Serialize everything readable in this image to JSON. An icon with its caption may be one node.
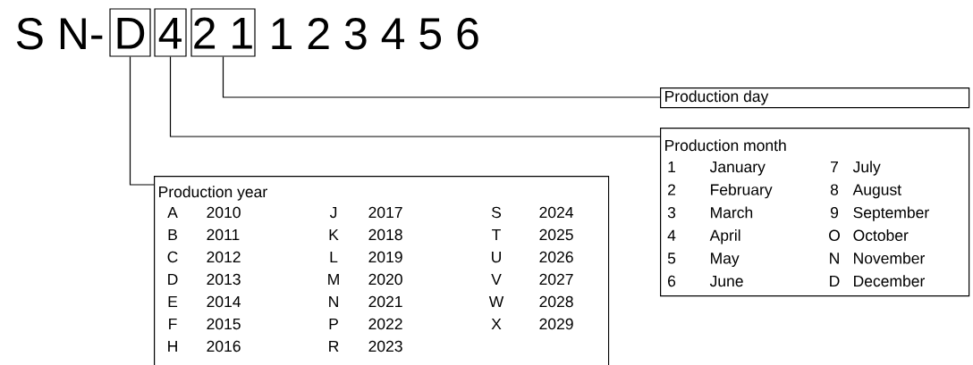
{
  "diagram": {
    "nodes": [
      {
        "text": [
          "D"
        ]
      },
      {
        "text": [
          "4"
        ]
      },
      {
        "text": [
          "2 1"
        ]
      },
      {
        "text": [
          "Production day"
        ]
      },
      {
        "text": [
          "Production month",
          "1",
          "January",
          "7",
          "July",
          "2",
          "February",
          "8",
          "August",
          "3",
          "March",
          "9",
          "September",
          "4",
          "April",
          "O",
          "October",
          "5",
          "May",
          "N",
          "November",
          "6",
          "June",
          "D",
          "December"
        ]
      },
      {
        "text": [
          "Production year",
          "A",
          "2010",
          "J",
          "2017",
          "S",
          "2024",
          "B",
          "2011",
          "K",
          "2018",
          "T",
          "2025",
          "C",
          "2012",
          "L",
          "2019",
          "U",
          "2026",
          "D",
          "2013",
          "M",
          "2020",
          "V",
          "2027",
          "E",
          "2014",
          "N",
          "2021",
          "W",
          "2028",
          "F",
          "2015",
          "P",
          "2022",
          "X",
          "2029",
          "H",
          "2016",
          "R",
          "2023"
        ]
      }
    ],
    "edges": [
      {
        "from": 2,
        "to": 3,
        "arrow": "none"
      },
      {
        "from": 1,
        "to": 4,
        "arrow": "none"
      },
      {
        "from": 0,
        "to": 5,
        "arrow": "none"
      }
    ],
    "labels": [
      "S N-",
      "1 2 3 4 5 6"
    ]
  }
}
